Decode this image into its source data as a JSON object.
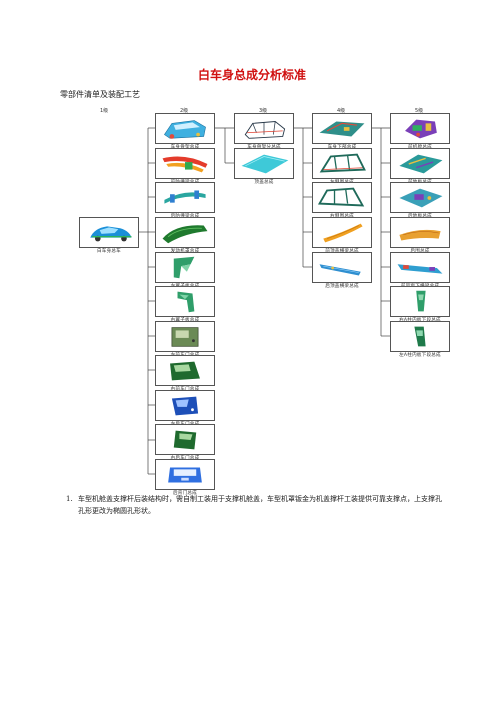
{
  "doc": {
    "title": "白车身总成分析标准",
    "subtitle": "零部件清单及装配工艺",
    "levels": [
      "1级",
      "2级",
      "3级",
      "4级",
      "5级"
    ],
    "root": "白车身总车",
    "col2": [
      "车身骨架总成",
      "前防撞梁总成",
      "后防撞梁总成",
      "发动机罩总成",
      "左翼子板总成",
      "右翼子板总成",
      "左前车门总成",
      "右前车门总成",
      "左后车门总成",
      "右后车门总成",
      "后背门总成"
    ],
    "col3": [
      "车身骨架分总成",
      "顶盖总成"
    ],
    "col4": [
      "车身下部总成",
      "左侧围总成",
      "右侧围总成",
      "前顶盖横梁总成",
      "后顶盖横梁总成"
    ],
    "col5": [
      "前机舱总成",
      "前地板总成",
      "后地板总成",
      "后围总成",
      "前风窗下横梁总成",
      "右A柱内板下段总成",
      "左A柱内板下段总成"
    ],
    "note_number": "1.",
    "note_text": "车型机舱盖支撑杆后装结构时，需自制工装用于支撑机舱盖，车型机罩钣金为机盖撑杆工装提供可靠支撑点，上支撑孔孔形更改为椭圆孔形状。"
  }
}
